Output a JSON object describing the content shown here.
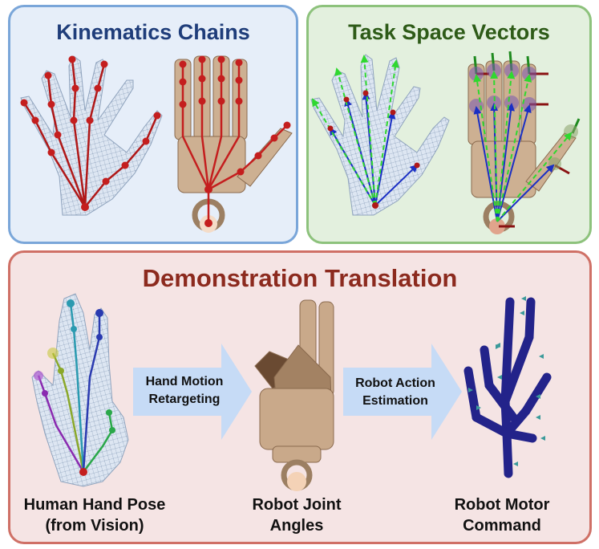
{
  "panels": {
    "kinematics": {
      "title": "Kinematics Chains"
    },
    "task_space": {
      "title": "Task Space Vectors"
    },
    "demonstration": {
      "title": "Demonstration Translation",
      "arrows": [
        {
          "line1": "Hand Motion",
          "line2": "Retargeting"
        },
        {
          "line1": "Robot Action",
          "line2": "Estimation"
        }
      ],
      "captions": [
        {
          "line1": "Human Hand Pose",
          "line2": "(from Vision)"
        },
        {
          "line1": "Robot Joint",
          "line2": "Angles"
        },
        {
          "line1": "Robot Motor",
          "line2": "Command"
        }
      ]
    }
  },
  "colors": {
    "kinematics_accent": "#1f3d7a",
    "task_accent": "#2e5b18",
    "demo_accent": "#8c2a1e",
    "chain_red": "#c41e1e",
    "vector_blue": "#1a2fc4",
    "vector_green": "#2fd82f",
    "robot_tan": "#c9a98a",
    "motor_navy": "#23238a"
  }
}
